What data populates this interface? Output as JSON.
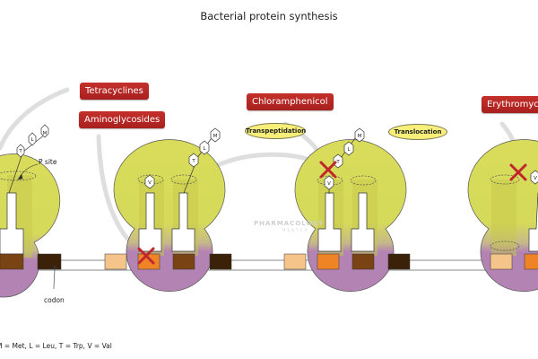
{
  "title": "Bacterial protein synthesis",
  "drugs": {
    "tetracyclines": "Tetracyclines",
    "aminoglycosides": "Aminoglycosides",
    "chloramphenicol": "Chloramphenicol",
    "erythromycin": "Erythromycin"
  },
  "steps": {
    "transpeptidation": "Transpeptidation",
    "translocation": "Translocation"
  },
  "labels": {
    "p_site": "P site",
    "codon": "codon"
  },
  "amino_acids": {
    "met": "M",
    "leu": "L",
    "trp": "T",
    "val": "V"
  },
  "legend": "M = Met, L = Leu, T = Trp, V = Val",
  "watermark": {
    "line1": "PHARMACOLOGY",
    "line2": "MENTOR"
  },
  "colors": {
    "drug_box": "#b3261f",
    "step_ellipse": "#f7ef7a",
    "large_subunit": "#d8dc5a",
    "small_subunit": "#b384b3",
    "inhibition_x": "#c0262c",
    "arrow": "#dcdcdc",
    "codon_light": "#f5c48a",
    "codon_orange": "#ef8427",
    "codon_brown": "#7a4314",
    "codon_dark": "#3a2108"
  }
}
